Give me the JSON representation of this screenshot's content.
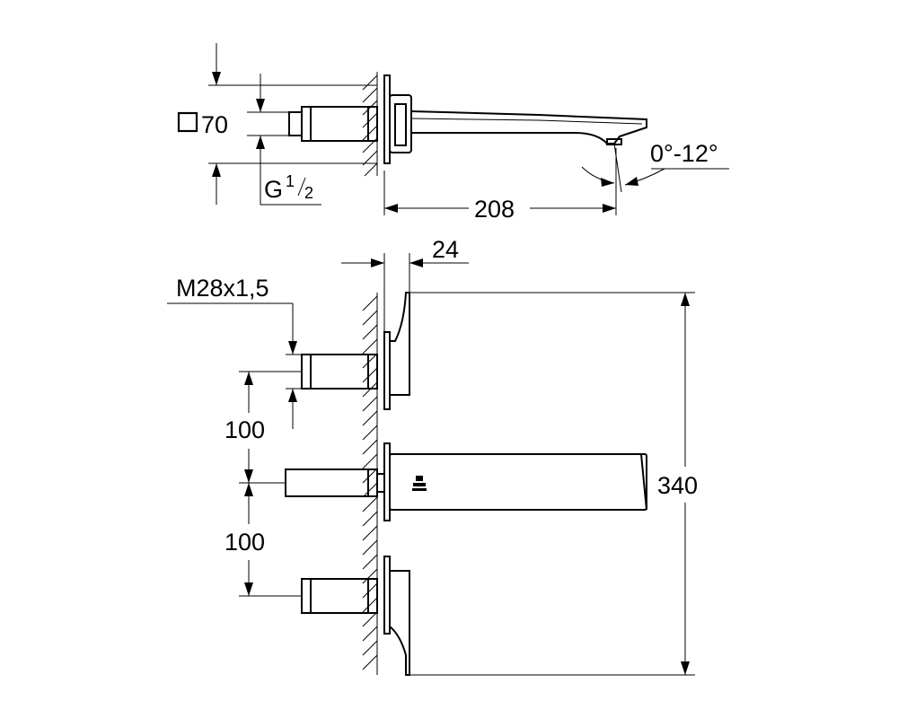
{
  "top_view": {
    "square_symbol_label": "70",
    "thread_prefix": "G",
    "thread_numerator": "1",
    "thread_denominator": "2",
    "spout_length": "208",
    "tilt_range": "0°-12°"
  },
  "front_view": {
    "plate_offset": "24",
    "thread_spec": "M28x1,5",
    "upper_spacing": "100",
    "lower_spacing": "100",
    "total_height": "340"
  }
}
